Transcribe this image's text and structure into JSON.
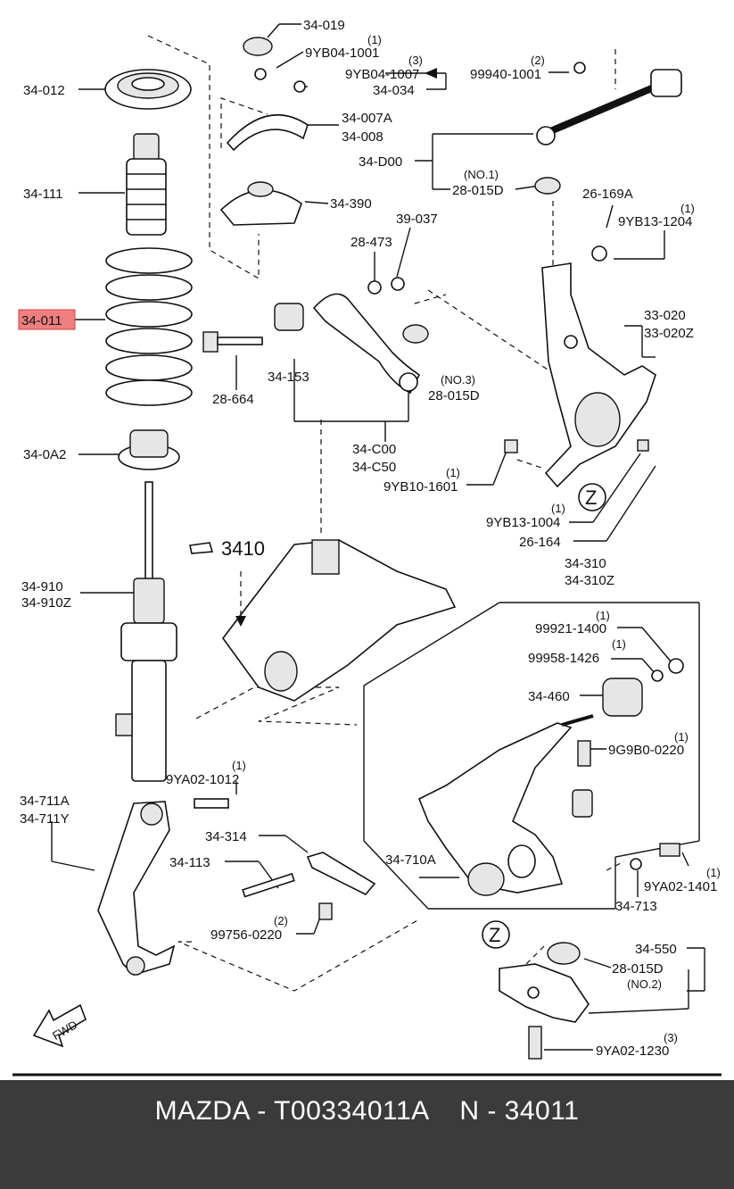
{
  "labels": [
    {
      "id": "l01",
      "text": "34-019"
    },
    {
      "id": "l02",
      "text": "(1)"
    },
    {
      "id": "l03",
      "text": "9YB04-1001"
    },
    {
      "id": "l04",
      "text": "(3)"
    },
    {
      "id": "l05",
      "text": "9YB04-1007"
    },
    {
      "id": "l06",
      "text": "34-034"
    },
    {
      "id": "l07",
      "text": "(2)"
    },
    {
      "id": "l08",
      "text": "99940-1001"
    },
    {
      "id": "l09",
      "text": "34-012"
    },
    {
      "id": "l10",
      "text": "34-007A"
    },
    {
      "id": "l11",
      "text": "34-008"
    },
    {
      "id": "l12",
      "text": "34-D00"
    },
    {
      "id": "l13",
      "text": "(NO.1)"
    },
    {
      "id": "l14",
      "text": "28-015D"
    },
    {
      "id": "l15",
      "text": "34-111"
    },
    {
      "id": "l16",
      "text": "34-390"
    },
    {
      "id": "l17",
      "text": "26-169A"
    },
    {
      "id": "l18",
      "text": "(1)"
    },
    {
      "id": "l19",
      "text": "9YB13-1204"
    },
    {
      "id": "l20",
      "text": "39-037"
    },
    {
      "id": "l21",
      "text": "28-473"
    },
    {
      "id": "l22",
      "text": "34-011"
    },
    {
      "id": "l23",
      "text": "33-020"
    },
    {
      "id": "l24",
      "text": "33-020Z"
    },
    {
      "id": "l25",
      "text": "34-153"
    },
    {
      "id": "l26",
      "text": "(NO.3)"
    },
    {
      "id": "l27",
      "text": "28-015D"
    },
    {
      "id": "l28",
      "text": "28-664"
    },
    {
      "id": "l29",
      "text": "34-C00"
    },
    {
      "id": "l30",
      "text": "34-C50"
    },
    {
      "id": "l31",
      "text": "34-0A2"
    },
    {
      "id": "l32",
      "text": "(1)"
    },
    {
      "id": "l33",
      "text": "9YB10-1601"
    },
    {
      "id": "l34",
      "text": "(1)"
    },
    {
      "id": "l35",
      "text": "9YB13-1004"
    },
    {
      "id": "l36",
      "text": "26-164"
    },
    {
      "id": "l37",
      "text": "3410"
    },
    {
      "id": "l38",
      "text": "34-310"
    },
    {
      "id": "l39",
      "text": "34-310Z"
    },
    {
      "id": "l40",
      "text": "34-910"
    },
    {
      "id": "l41",
      "text": "34-910Z"
    },
    {
      "id": "l42",
      "text": "(1)"
    },
    {
      "id": "l43",
      "text": "99921-1400"
    },
    {
      "id": "l44",
      "text": "(1)"
    },
    {
      "id": "l45",
      "text": "99958-1426"
    },
    {
      "id": "l46",
      "text": "34-460"
    },
    {
      "id": "l47",
      "text": "(1)"
    },
    {
      "id": "l48",
      "text": "9G9B0-0220"
    },
    {
      "id": "l49",
      "text": "(1)"
    },
    {
      "id": "l50",
      "text": "9YA02-1012"
    },
    {
      "id": "l51",
      "text": "34-711A"
    },
    {
      "id": "l52",
      "text": "34-711Y"
    },
    {
      "id": "l53",
      "text": "34-314"
    },
    {
      "id": "l54",
      "text": "34-113"
    },
    {
      "id": "l55",
      "text": "34-710A"
    },
    {
      "id": "l56",
      "text": "(1)"
    },
    {
      "id": "l57",
      "text": "9YA02-1401"
    },
    {
      "id": "l58",
      "text": "34-713"
    },
    {
      "id": "l59",
      "text": "(2)"
    },
    {
      "id": "l60",
      "text": "99756-0220"
    },
    {
      "id": "l61",
      "text": "34-550"
    },
    {
      "id": "l62",
      "text": "28-015D"
    },
    {
      "id": "l63",
      "text": "(NO.2)"
    },
    {
      "id": "l64",
      "text": "(3)"
    },
    {
      "id": "l65",
      "text": "9YA02-1230"
    },
    {
      "id": "l66",
      "text": "FWD"
    },
    {
      "id": "l67",
      "text": "Z"
    },
    {
      "id": "l68",
      "text": "Z"
    }
  ],
  "highlight": {
    "label": "34-011",
    "color": "#f08080"
  },
  "footer": {
    "title": "MAZDA - T00334011A    N - 34011"
  }
}
